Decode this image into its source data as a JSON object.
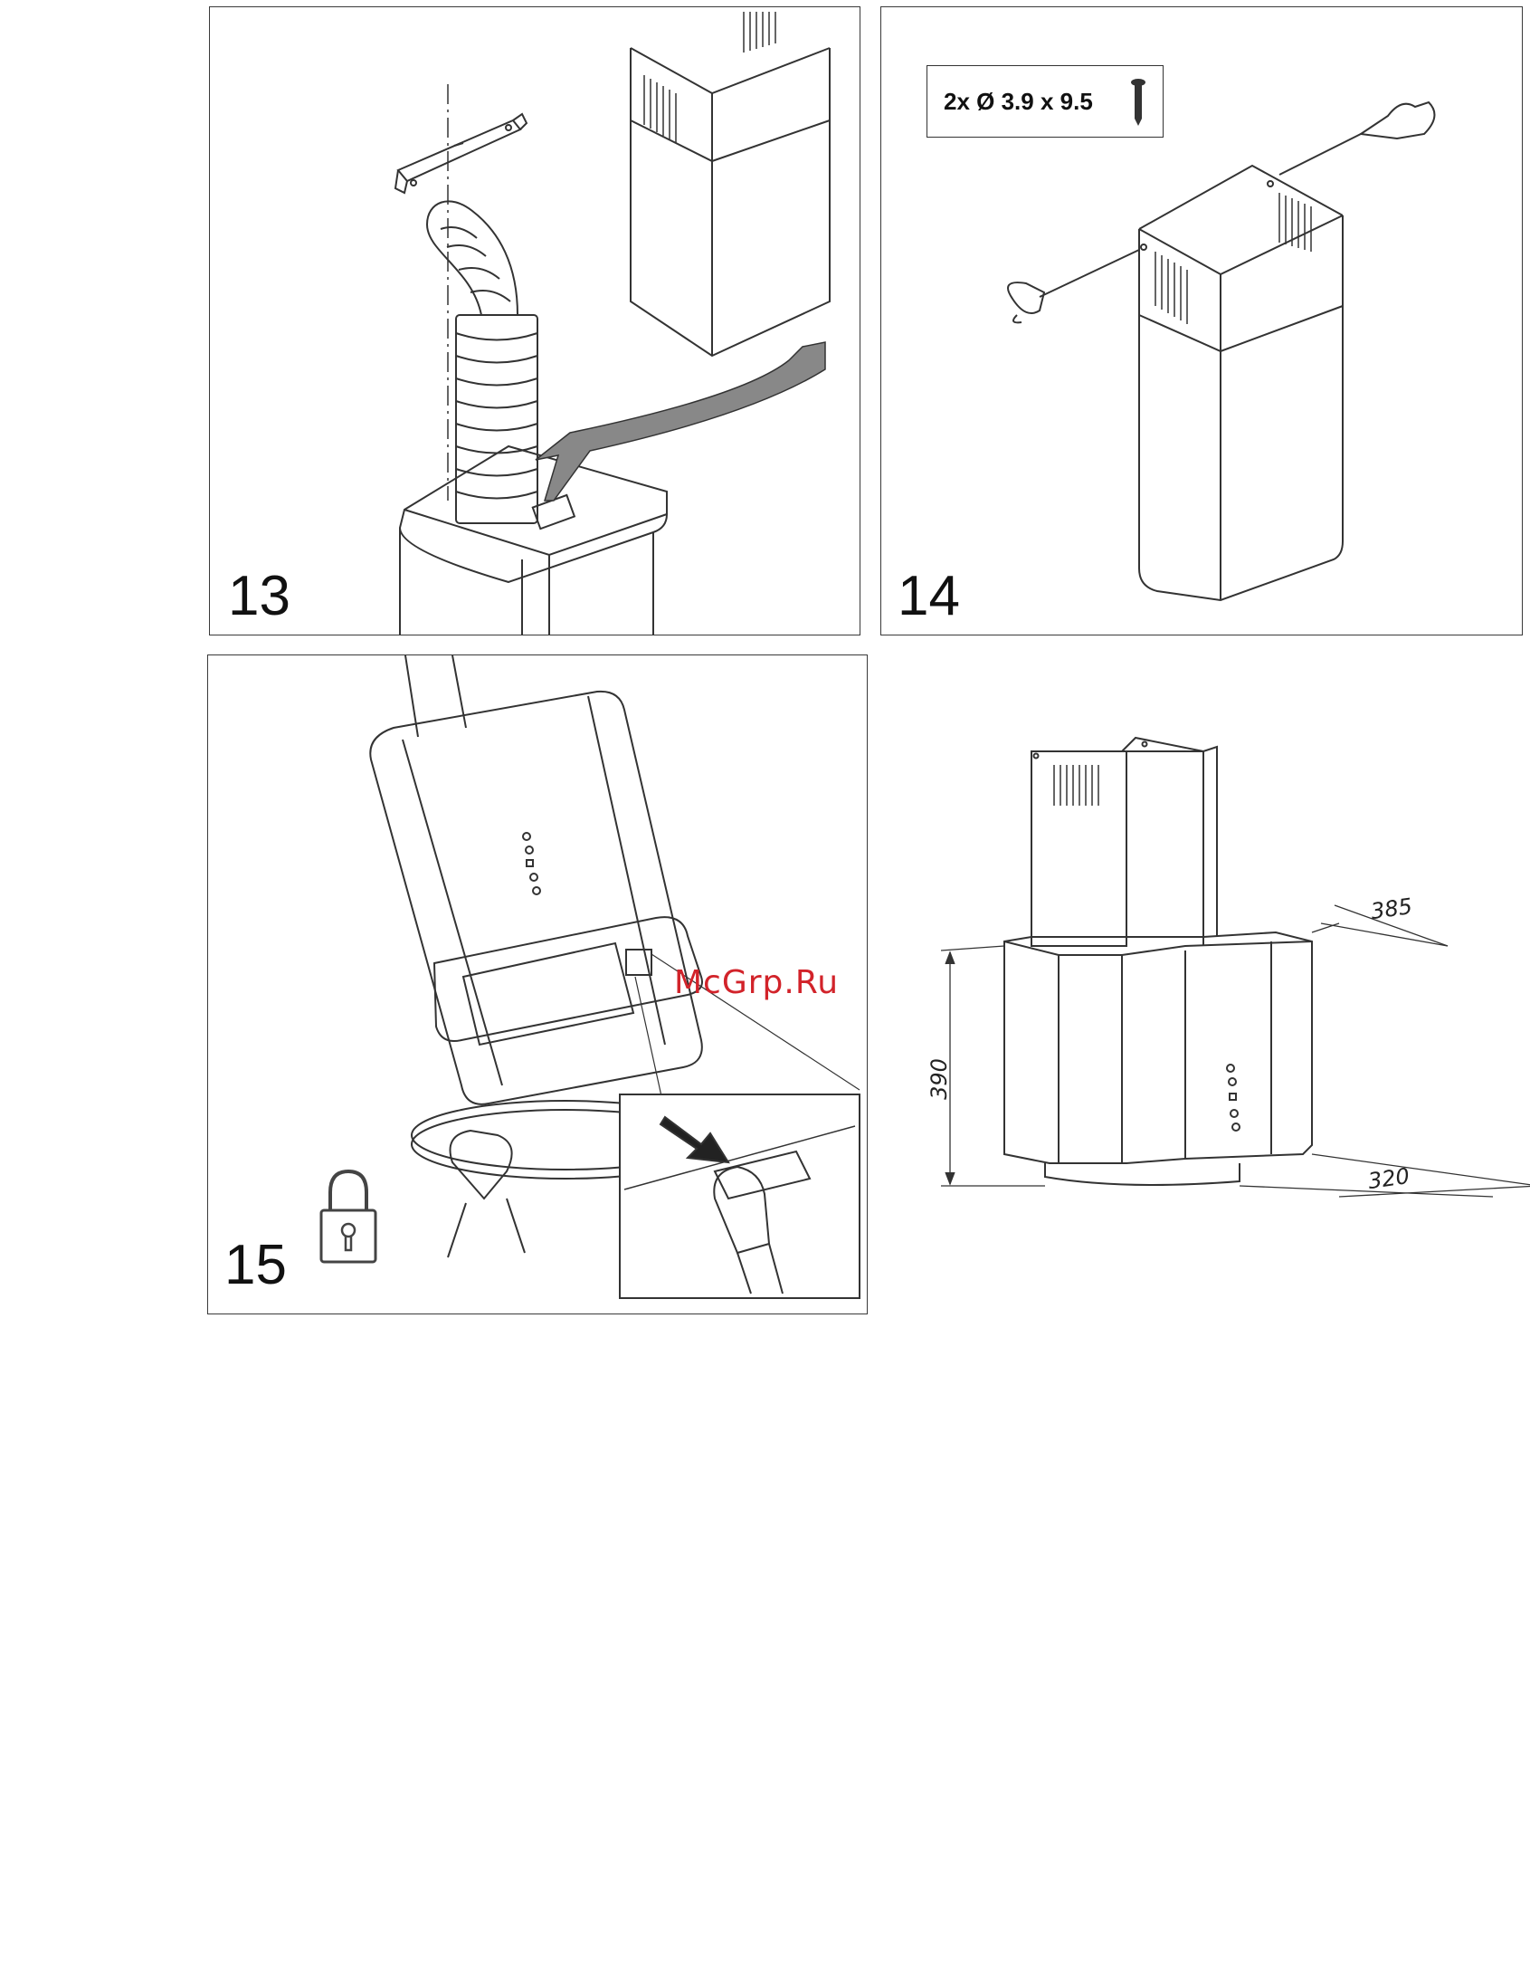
{
  "steps": [
    {
      "number": "13"
    },
    {
      "number": "14",
      "screw_spec": "2x Ø 3.9 x 9.5"
    },
    {
      "number": "15"
    }
  ],
  "dimensions": {
    "depth": "385",
    "height": "390",
    "width": "320"
  },
  "watermark": "McGrp.Ru",
  "icons": [
    "duct-icon",
    "bracket-icon",
    "screw-icon",
    "screwdriver-hand-icon",
    "padlock-icon",
    "hand-icon"
  ],
  "colors": {
    "line": "#333333",
    "watermark": "#d2232a"
  }
}
